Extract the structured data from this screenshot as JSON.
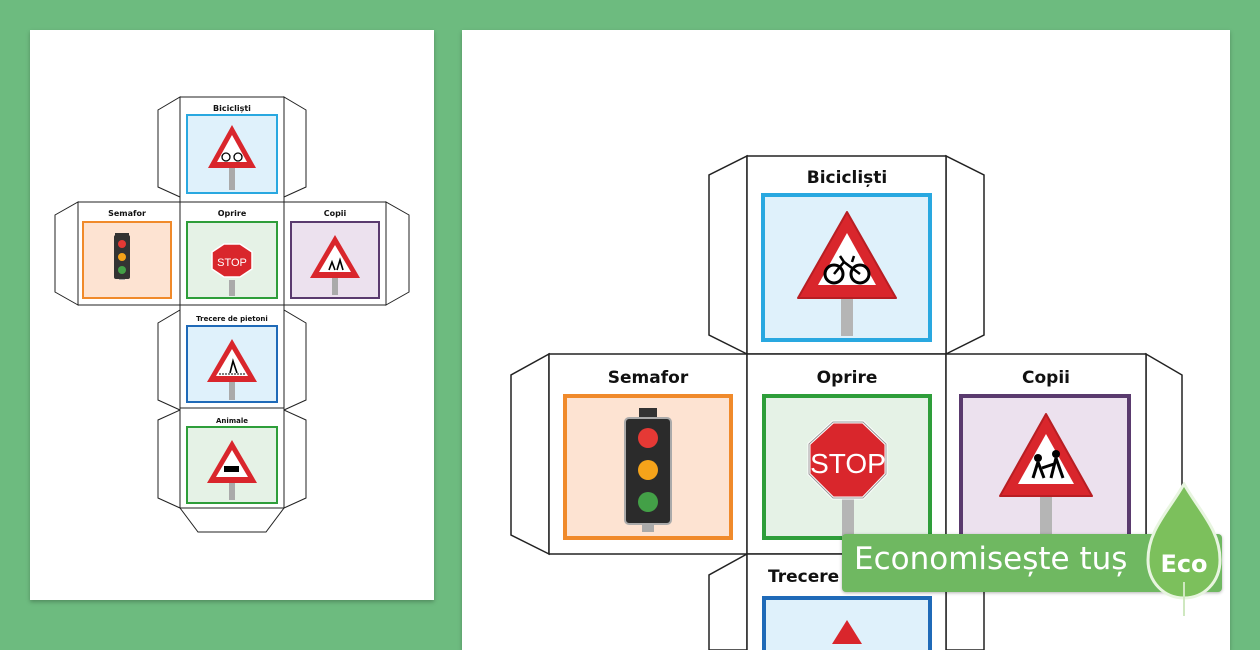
{
  "faces": {
    "top": "Bicicliști",
    "left": "Semafor",
    "center": "Oprire",
    "right": "Copii",
    "bottom1": "Trecere de pietoni",
    "bottom2": "Animale",
    "bottom1_partial": "Trecere d"
  },
  "sign": {
    "stop": "STOP"
  },
  "badge": {
    "text": "Economisește tuș",
    "eco": "Eco"
  },
  "colors": {
    "background": "#6dbb7f",
    "blue": "#29a8e0",
    "orange": "#f08a2b",
    "green": "#2e9e3a",
    "purple": "#5a3a6e",
    "deep_blue": "#1f6ab8",
    "red": "#d9262c",
    "eco_green": "#6fb861"
  },
  "icons": [
    "bicycle-sign-icon",
    "traffic-light-icon",
    "stop-sign-icon",
    "children-sign-icon",
    "pedestrian-sign-icon",
    "cow-sign-icon",
    "leaf-icon"
  ]
}
